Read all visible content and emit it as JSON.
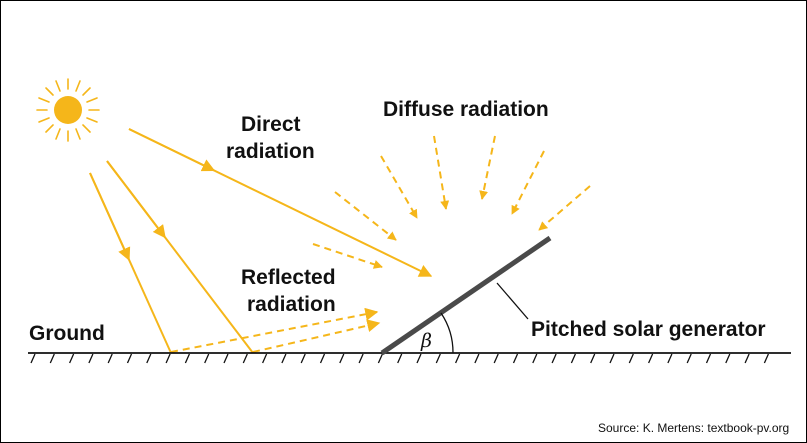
{
  "labels": {
    "direct_line1": "Direct",
    "direct_line2": "radiation",
    "diffuse": "Diffuse radiation",
    "reflected_line1": "Reflected",
    "reflected_line2": "radiation",
    "ground": "Ground",
    "generator": "Pitched solar generator",
    "angle": "β"
  },
  "source": "Source: K. Mertens: textbook-pv.org",
  "colors": {
    "radiation": "#f5b61a",
    "panel": "#4a4a4a",
    "ground": "#111111",
    "text": "#111111"
  },
  "icons": {
    "sun": "sun-icon"
  }
}
